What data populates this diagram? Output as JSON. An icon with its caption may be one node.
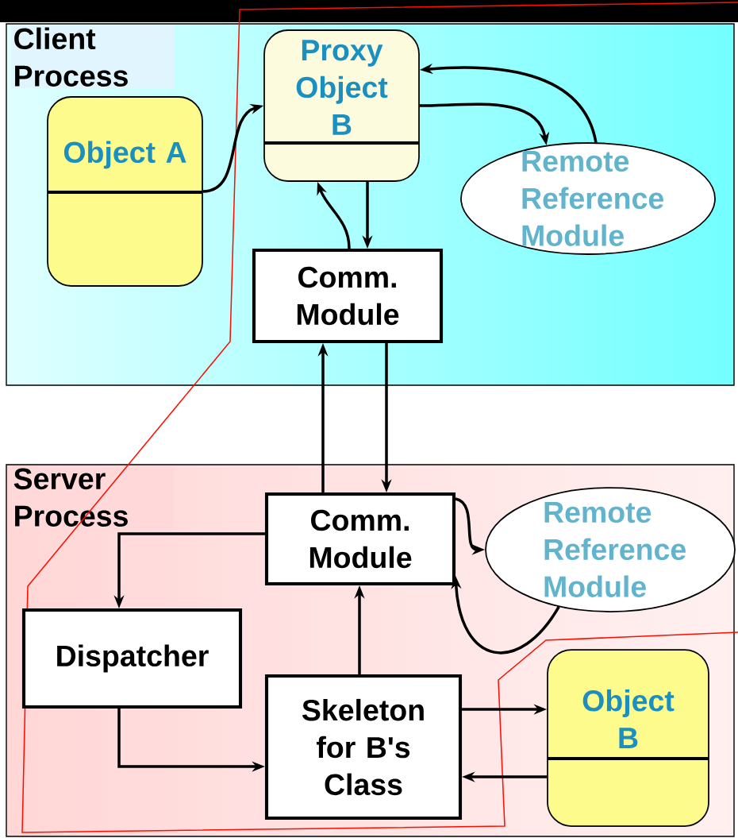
{
  "diagram": {
    "nodes": [
      {
        "text": [
          "Client Process"
        ]
      },
      {
        "text": [
          "Object A"
        ],
        "in": 0
      },
      {
        "text": [
          "Proxy Object B"
        ],
        "in": 0
      },
      {
        "text": [
          "Remote Reference Module"
        ],
        "in": 0
      },
      {
        "text": [
          "Comm. Module"
        ],
        "in": 0
      },
      {
        "text": [
          "Server Process"
        ]
      },
      {
        "text": [
          "Comm. Module"
        ],
        "in": 5
      },
      {
        "text": [
          "Remote Reference Module"
        ],
        "in": 5
      },
      {
        "text": [
          "Dispatcher"
        ],
        "in": 5
      },
      {
        "text": [
          "Skeleton for B's Class"
        ],
        "in": 5
      },
      {
        "text": [
          "Object B"
        ],
        "in": 5
      }
    ],
    "edges": [
      {
        "from": 1,
        "to": 2,
        "arrow": "to"
      },
      {
        "from": 2,
        "to": 3,
        "arrow": "to"
      },
      {
        "from": 3,
        "to": 2,
        "arrow": "to"
      },
      {
        "from": 4,
        "to": 2,
        "arrow": "to"
      },
      {
        "from": 2,
        "to": 4,
        "arrow": "to"
      },
      {
        "from": 6,
        "to": 4,
        "arrow": "to"
      },
      {
        "from": 4,
        "to": 6,
        "arrow": "to"
      },
      {
        "from": 6,
        "to": 7,
        "arrow": "to"
      },
      {
        "from": 7,
        "to": 6,
        "arrow": "to"
      },
      {
        "from": 6,
        "to": 8,
        "arrow": "to"
      },
      {
        "from": 8,
        "to": 9,
        "arrow": "to"
      },
      {
        "from": 9,
        "to": 6,
        "arrow": "to"
      },
      {
        "from": 9,
        "to": 10,
        "arrow": "to"
      },
      {
        "from": 10,
        "to": 9,
        "arrow": "to"
      }
    ]
  }
}
